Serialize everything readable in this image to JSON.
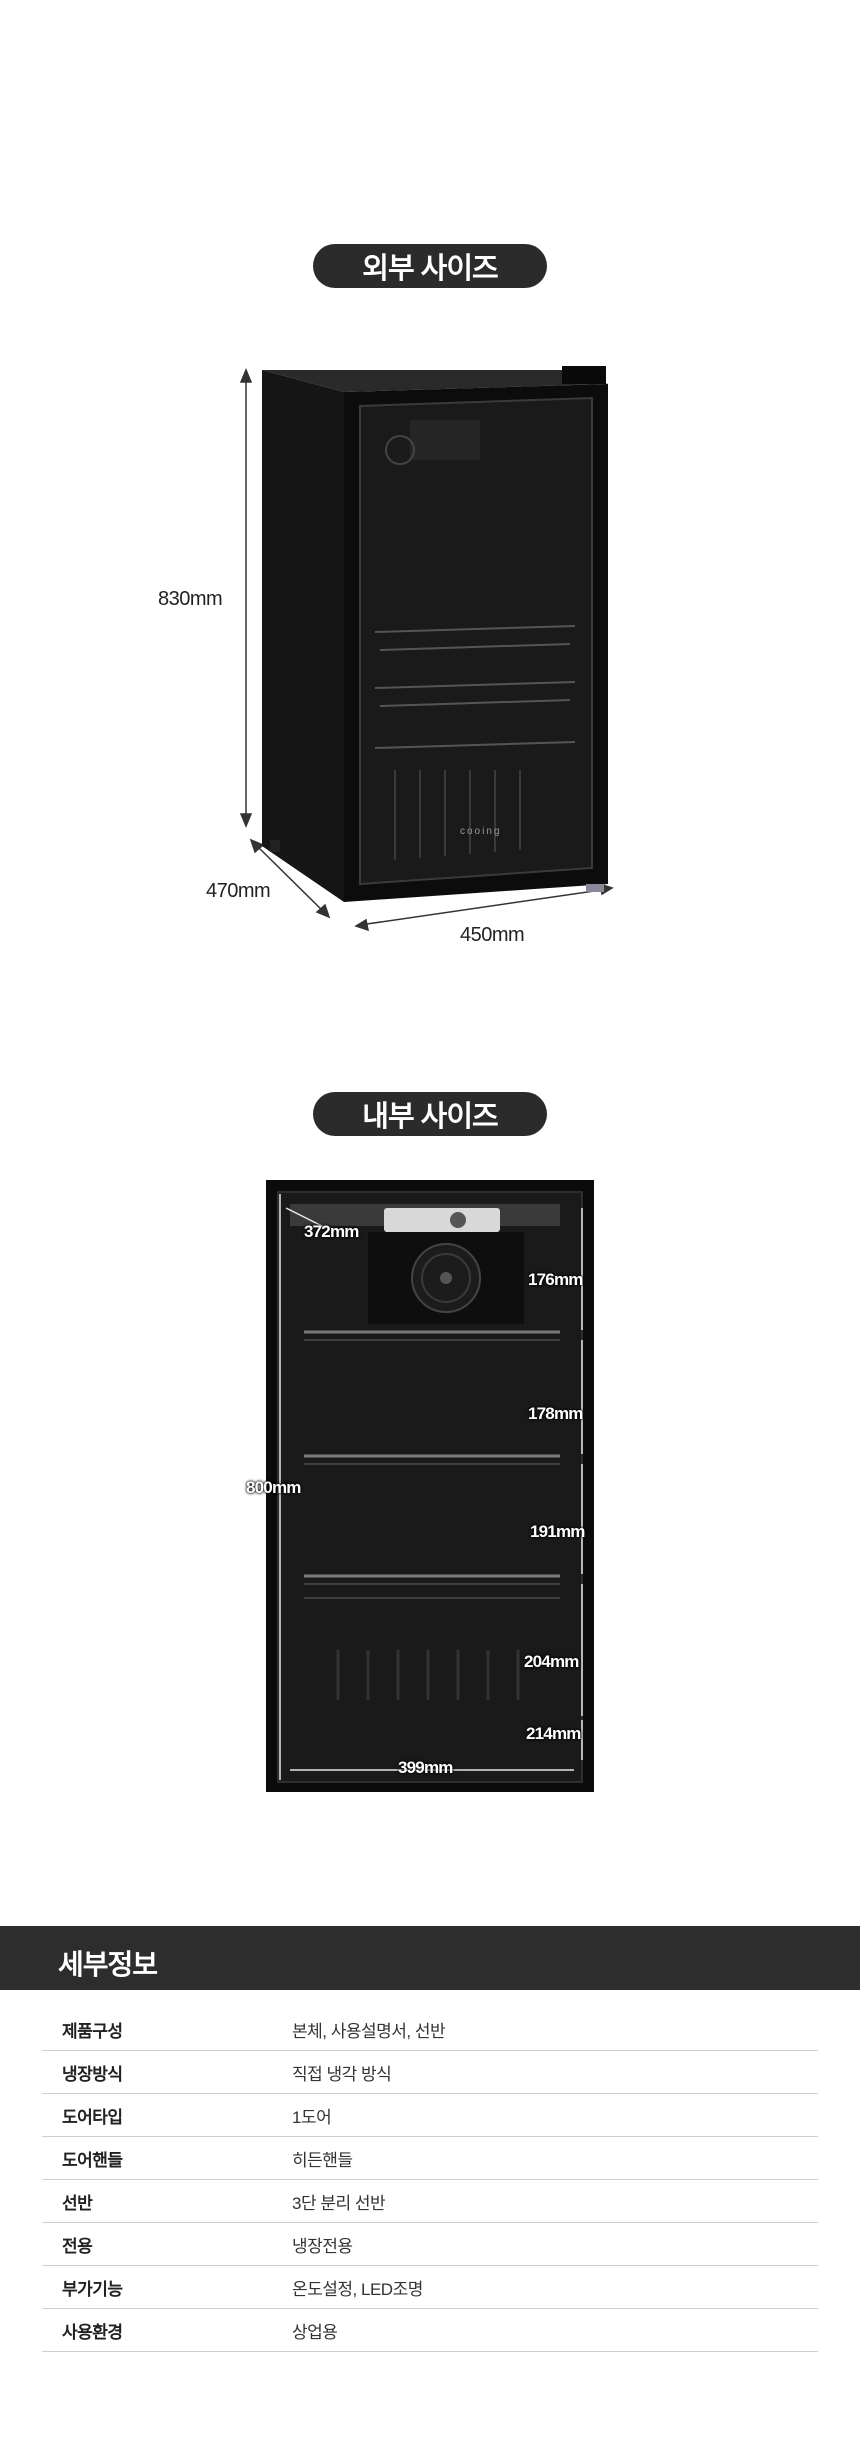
{
  "exterior": {
    "title": "외부 사이즈",
    "height_label": "830mm",
    "depth_label": "470mm",
    "width_label": "450mm",
    "brand_text": "cooing"
  },
  "interior": {
    "title": "내부 사이즈",
    "depth_label": "372mm",
    "height_label": "800mm",
    "width_label": "399mm",
    "section_labels": [
      "176mm",
      "178mm",
      "191mm",
      "204mm",
      "214mm"
    ]
  },
  "details": {
    "title": "세부정보",
    "rows": [
      {
        "key": "제품구성",
        "value": "본체, 사용설명서, 선반"
      },
      {
        "key": "냉장방식",
        "value": "직접 냉각 방식"
      },
      {
        "key": "도어타입",
        "value": "1도어"
      },
      {
        "key": "도어핸들",
        "value": "히든핸들"
      },
      {
        "key": "선반",
        "value": "3단 분리 선반"
      },
      {
        "key": "전용",
        "value": "냉장전용"
      },
      {
        "key": "부가기능",
        "value": "온도설정, LED조명"
      },
      {
        "key": "사용환경",
        "value": "상업용"
      }
    ]
  }
}
